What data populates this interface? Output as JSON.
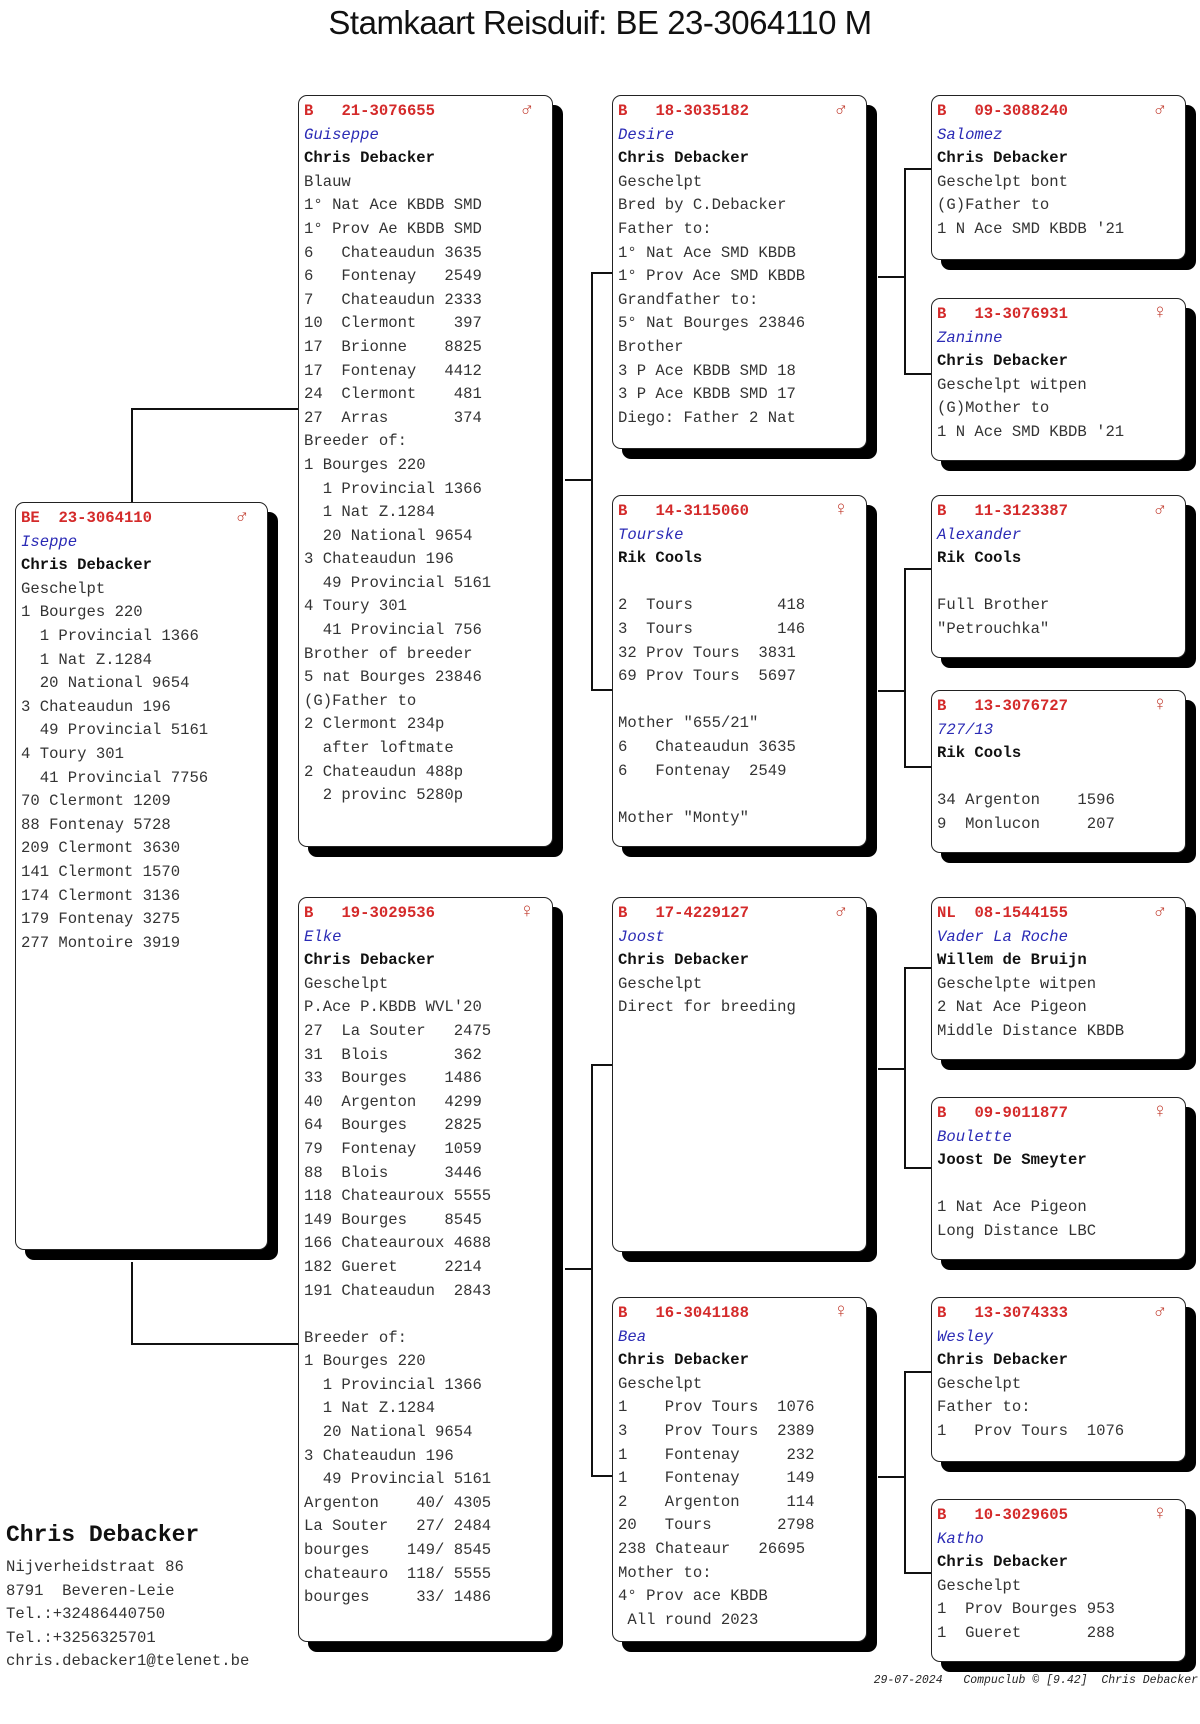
{
  "title": "Stamkaart Reisduif: BE  23-3064110 M",
  "pigeons": {
    "subject": {
      "country": "BE",
      "ring": "23-3064110",
      "sex": "♂",
      "sex_label": "male",
      "name": "Iseppe",
      "owner": "Chris Debacker",
      "lines": [
        "Geschelpt",
        "1 Bourges 220",
        "  1 Provincial 1366",
        "  1 Nat Z.1284",
        "  20 National 9654",
        "3 Chateaudun 196",
        "  49 Provincial 5161",
        "4 Toury 301",
        "  41 Provincial 7756",
        "70 Clermont 1209",
        "88 Fontenay 5728",
        "209 Clermont 3630",
        "141 Clermont 1570",
        "174 Clermont 3136",
        "179 Fontenay 3275",
        "277 Montoire 3919"
      ]
    },
    "sire": {
      "country": "B",
      "ring": "21-3076655",
      "sex": "♂",
      "sex_label": "male",
      "name": "Guiseppe",
      "owner": "Chris Debacker",
      "lines": [
        "Blauw",
        "1° Nat Ace KBDB SMD",
        "1° Prov Ae KBDB SMD",
        "6   Chateaudun 3635",
        "6   Fontenay   2549",
        "7   Chateaudun 2333",
        "10  Clermont    397",
        "17  Brionne    8825",
        "17  Fontenay   4412",
        "24  Clermont    481",
        "27  Arras       374",
        "Breeder of:",
        "1 Bourges 220",
        "  1 Provincial 1366",
        "  1 Nat Z.1284",
        "  20 National 9654",
        "3 Chateaudun 196",
        "  49 Provincial 5161",
        "4 Toury 301",
        "  41 Provincial 756",
        "Brother of breeder",
        "5 nat Bourges 23846",
        "(G)Father to",
        "2 Clermont 234p",
        "  after loftmate",
        "2 Chateaudun 488p",
        "  2 provinc 5280p"
      ]
    },
    "dam": {
      "country": "B",
      "ring": "19-3029536",
      "sex": "♀",
      "sex_label": "female",
      "name": "Elke",
      "owner": "Chris Debacker",
      "lines": [
        "Geschelpt",
        "P.Ace P.KBDB WVL'20",
        "27  La Souter   2475",
        "31  Blois       362",
        "33  Bourges    1486",
        "40  Argenton   4299",
        "64  Bourges    2825",
        "79  Fontenay   1059",
        "88  Blois      3446",
        "118 Chateauroux 5555",
        "149 Bourges    8545",
        "166 Chateauroux 4688",
        "182 Gueret     2214",
        "191 Chateaudun  2843",
        "",
        "Breeder of:",
        "1 Bourges 220",
        "  1 Provincial 1366",
        "  1 Nat Z.1284",
        "  20 National 9654",
        "3 Chateaudun 196",
        "  49 Provincial 5161",
        "Argenton    40/ 4305",
        "La Souter   27/ 2484",
        "bourges    149/ 8545",
        "chateauro  118/ 5555",
        "bourges     33/ 1486"
      ]
    },
    "sire_sire": {
      "country": "B",
      "ring": "18-3035182",
      "sex": "♂",
      "sex_label": "male",
      "name": "Desire",
      "owner": "Chris Debacker",
      "lines": [
        "Geschelpt",
        "Bred by C.Debacker",
        "Father to:",
        "1° Nat Ace SMD KBDB",
        "1° Prov Ace SMD KBDB",
        "Grandfather to:",
        "5° Nat Bourges 23846",
        "Brother",
        "3 P Ace KBDB SMD 18",
        "3 P Ace KBDB SMD 17",
        "Diego: Father 2 Nat"
      ]
    },
    "sire_dam": {
      "country": "B",
      "ring": "14-3115060",
      "sex": "♀",
      "sex_label": "female",
      "name": "Tourske",
      "owner": "Rik Cools",
      "lines": [
        "",
        "2  Tours         418",
        "3  Tours         146",
        "32 Prov Tours  3831",
        "69 Prov Tours  5697",
        "",
        "Mother \"655/21\"",
        "6   Chateaudun 3635",
        "6   Fontenay  2549",
        "",
        "Mother \"Monty\""
      ]
    },
    "dam_sire": {
      "country": "B",
      "ring": "17-4229127",
      "sex": "♂",
      "sex_label": "male",
      "name": "Joost",
      "owner": "Chris Debacker",
      "lines": [
        "Geschelpt",
        "Direct for breeding"
      ]
    },
    "dam_dam": {
      "country": "B",
      "ring": "16-3041188",
      "sex": "♀",
      "sex_label": "female",
      "name": "Bea",
      "owner": "Chris Debacker",
      "lines": [
        "Geschelpt",
        "1    Prov Tours  1076",
        "3    Prov Tours  2389",
        "1    Fontenay     232",
        "1    Fontenay     149",
        "2    Argenton     114",
        "20   Tours       2798",
        "238 Chateaur   26695",
        "Mother to:",
        "4° Prov ace KBDB",
        " All round 2023"
      ]
    },
    "sss": {
      "country": "B",
      "ring": "09-3088240",
      "sex": "♂",
      "sex_label": "male",
      "name": "Salomez",
      "owner": "Chris Debacker",
      "lines": [
        "Geschelpt bont",
        "(G)Father to",
        "1 N Ace SMD KBDB '21"
      ]
    },
    "ssd": {
      "country": "B",
      "ring": "13-3076931",
      "sex": "♀",
      "sex_label": "female",
      "name": "Zaninne",
      "owner": "Chris Debacker",
      "lines": [
        "Geschelpt witpen",
        "(G)Mother to",
        "1 N Ace SMD KBDB '21"
      ]
    },
    "sds": {
      "country": "B",
      "ring": "11-3123387",
      "sex": "♂",
      "sex_label": "male",
      "name": "Alexander",
      "owner": "Rik Cools",
      "lines": [
        "",
        "Full Brother",
        "\"Petrouchka\""
      ]
    },
    "sdd": {
      "country": "B",
      "ring": "13-3076727",
      "sex": "♀",
      "sex_label": "female",
      "name": "727/13",
      "owner": "Rik Cools",
      "lines": [
        "",
        "34 Argenton    1596",
        "9  Monlucon     207"
      ]
    },
    "dss": {
      "country": "NL",
      "ring": "08-1544155",
      "sex": "♂",
      "sex_label": "male",
      "name": "Vader La Roche",
      "owner": "Willem de Bruijn",
      "lines": [
        "Geschelpte witpen",
        "2 Nat Ace Pigeon",
        "Middle Distance KBDB"
      ]
    },
    "dsd": {
      "country": "B",
      "ring": "09-9011877",
      "sex": "♀",
      "sex_label": "female",
      "name": "Boulette",
      "owner": "Joost De Smeyter",
      "lines": [
        "",
        "1 Nat Ace Pigeon",
        "Long Distance LBC"
      ]
    },
    "dds": {
      "country": "B",
      "ring": "13-3074333",
      "sex": "♂",
      "sex_label": "male",
      "name": "Wesley",
      "owner": "Chris Debacker",
      "lines": [
        "Geschelpt",
        "Father to:",
        "1   Prov Tours  1076"
      ]
    },
    "ddd": {
      "country": "B",
      "ring": "10-3029605",
      "sex": "♀",
      "sex_label": "female",
      "name": "Katho",
      "owner": "Chris Debacker",
      "lines": [
        "Geschelpt",
        "1  Prov Bourges 953",
        "1  Gueret       288"
      ]
    }
  },
  "footer": {
    "owner": "Chris Debacker",
    "address": "Nijverheidstraat 86",
    "city": "8791  Beveren-Leie",
    "phone1": "Tel.:+32486440750",
    "phone2": "Tel.:+3256325701",
    "email": "chris.debacker1@telenet.be",
    "date": "29-07-2024",
    "software": "Compuclub © [9.42]",
    "printed_by": "Chris Debacker"
  },
  "colors": {
    "ring": "#d42a2a",
    "name": "#2a2ab5",
    "text": "#333333",
    "border": "#222222",
    "shadow": "#000000"
  }
}
